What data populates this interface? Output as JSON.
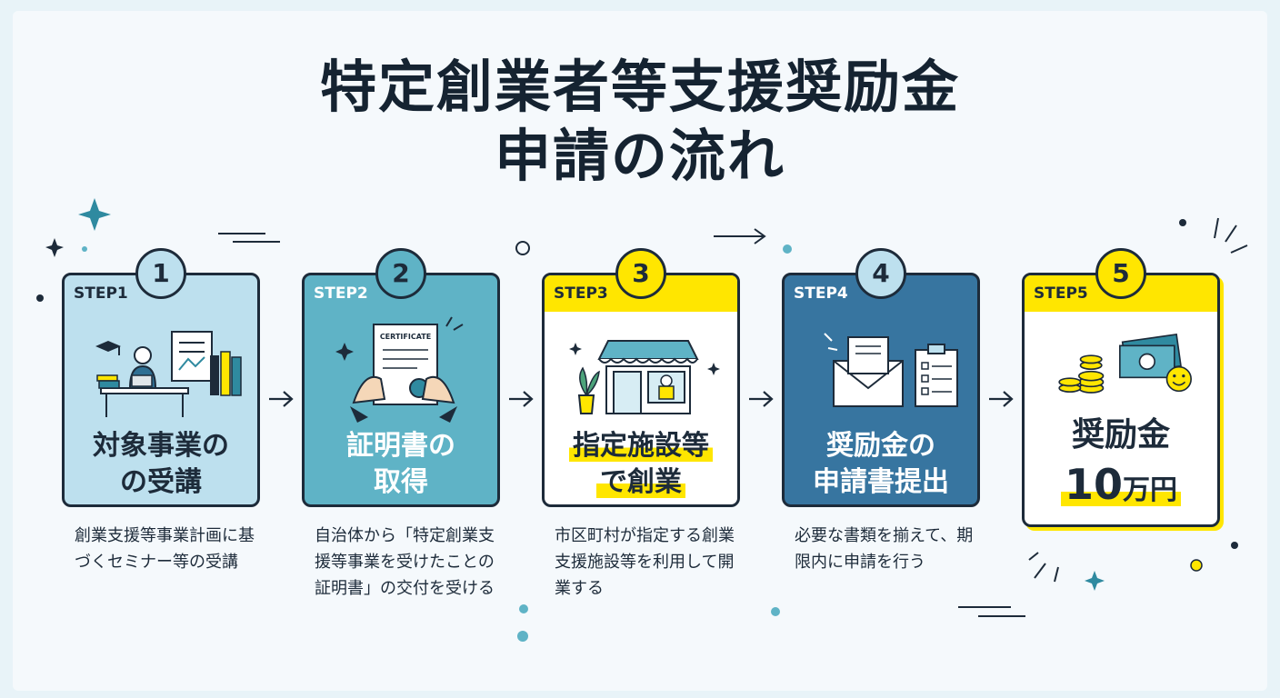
{
  "title_line1": "特定創業者等支援奨励金",
  "title_line2": "申請の流れ",
  "steps": [
    {
      "step_label": "STEP1",
      "number": "1",
      "label_line1": "対象事業の",
      "label_line2": "の受講",
      "description": "創業支援等事業計画に基づくセミナー等の受講",
      "illustration": "seminar-person-icon",
      "bg_color": "#bde0ee",
      "badge_color": "#bde0ee"
    },
    {
      "step_label": "STEP2",
      "number": "2",
      "label_line1": "証明書の",
      "label_line2": "取得",
      "description": "自治体から「特定創業支援等事業を受けたことの証明書」の交付を受ける",
      "illustration": "certificate-icon",
      "certificate_text": "CERTIFICATE",
      "bg_color": "#5fb3c6",
      "badge_color": "#5fb3c6"
    },
    {
      "step_label": "STEP3",
      "number": "3",
      "label_line1": "指定施設等",
      "label_line2": "で創業",
      "description": "市区町村が指定する創業支援施設等を利用して開業する",
      "illustration": "shop-icon",
      "bg_color": "#ffffff",
      "badge_color": "#ffe600"
    },
    {
      "step_label": "STEP4",
      "number": "4",
      "label_line1": "奨励金の",
      "label_line2": "申請書提出",
      "description": "必要な書類を揃えて、期限内に申請を行う",
      "illustration": "envelope-clipboard-icon",
      "bg_color": "#3775a0",
      "badge_color": "#bde0ee"
    },
    {
      "step_label": "STEP5",
      "number": "5",
      "label_line1": "奨励金",
      "label_amount": "10",
      "label_unit": "万円",
      "description": "",
      "illustration": "money-coins-icon",
      "bg_color": "#ffffff",
      "badge_color": "#ffe600"
    }
  ],
  "colors": {
    "dark": "#1d2b3a",
    "yellow": "#ffe600",
    "teal": "#5fb3c6",
    "navy": "#3775a0",
    "light_blue": "#bde0ee"
  }
}
